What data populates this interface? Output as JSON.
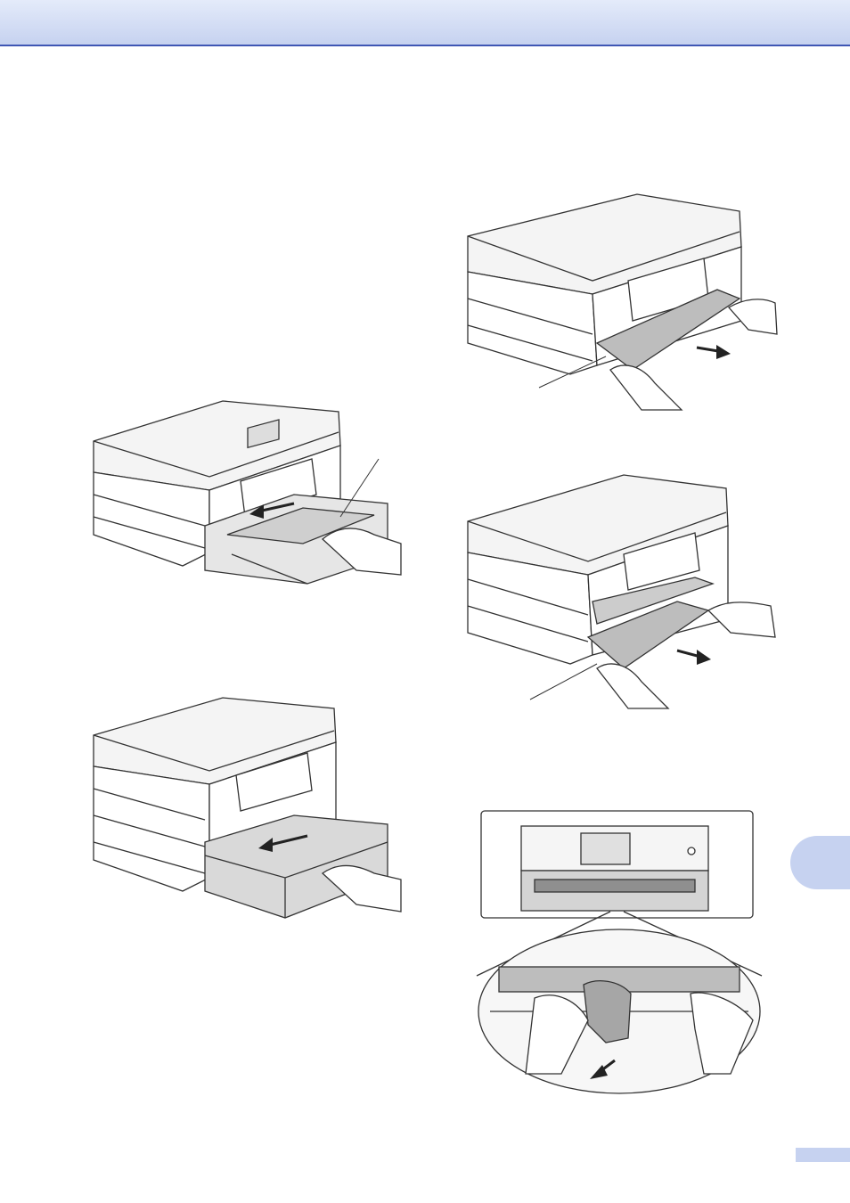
{
  "page": {
    "header_color": "#c6d2f0",
    "header_rule_color": "#3f56b4",
    "tab_color": "#c6d2f0"
  },
  "figures": [
    {
      "id": "fig-tray-pull-out",
      "icon": "printer-tray-open-illustration"
    },
    {
      "id": "fig-tray-remove",
      "icon": "printer-tray-removed-illustration"
    },
    {
      "id": "fig-paper-pull-front",
      "icon": "printer-paper-jam-front-illustration"
    },
    {
      "id": "fig-paper-pull-lower",
      "icon": "printer-paper-jam-lower-illustration"
    },
    {
      "id": "fig-clean-inside",
      "icon": "printer-inside-cleaning-illustration"
    }
  ]
}
